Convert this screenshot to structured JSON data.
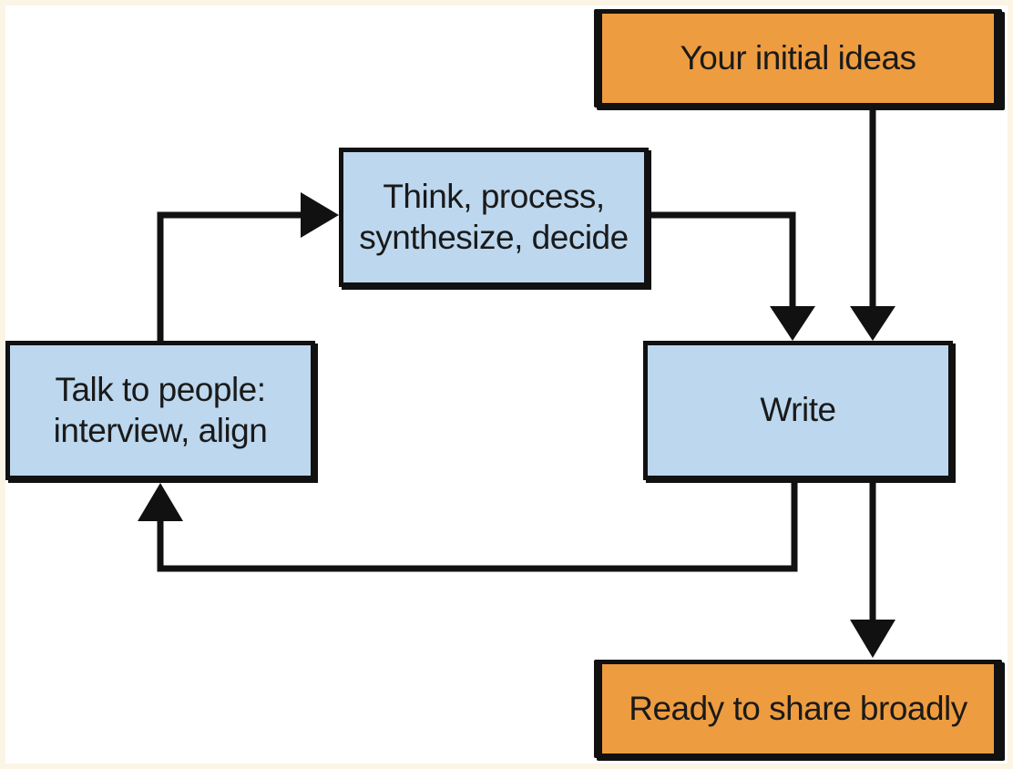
{
  "diagram": {
    "nodes": {
      "initial": {
        "lines": [
          "Your initial ideas"
        ],
        "color": "#ee9c40"
      },
      "think": {
        "lines": [
          "Think, process,",
          "synthesize, decide"
        ],
        "color": "#bcd7ee"
      },
      "talk": {
        "lines": [
          "Talk to people:",
          "interview, align"
        ],
        "color": "#bcd7ee"
      },
      "write": {
        "lines": [
          "Write"
        ],
        "color": "#bcd7ee"
      },
      "ready": {
        "lines": [
          "Ready to share broadly"
        ],
        "color": "#ee9c40"
      }
    },
    "edges": [
      {
        "from": "initial",
        "to": "write"
      },
      {
        "from": "think",
        "to": "write"
      },
      {
        "from": "talk",
        "to": "think"
      },
      {
        "from": "write",
        "to": "talk"
      },
      {
        "from": "write",
        "to": "ready"
      }
    ],
    "line_color": "#111111",
    "background": "#fbf5e6"
  }
}
